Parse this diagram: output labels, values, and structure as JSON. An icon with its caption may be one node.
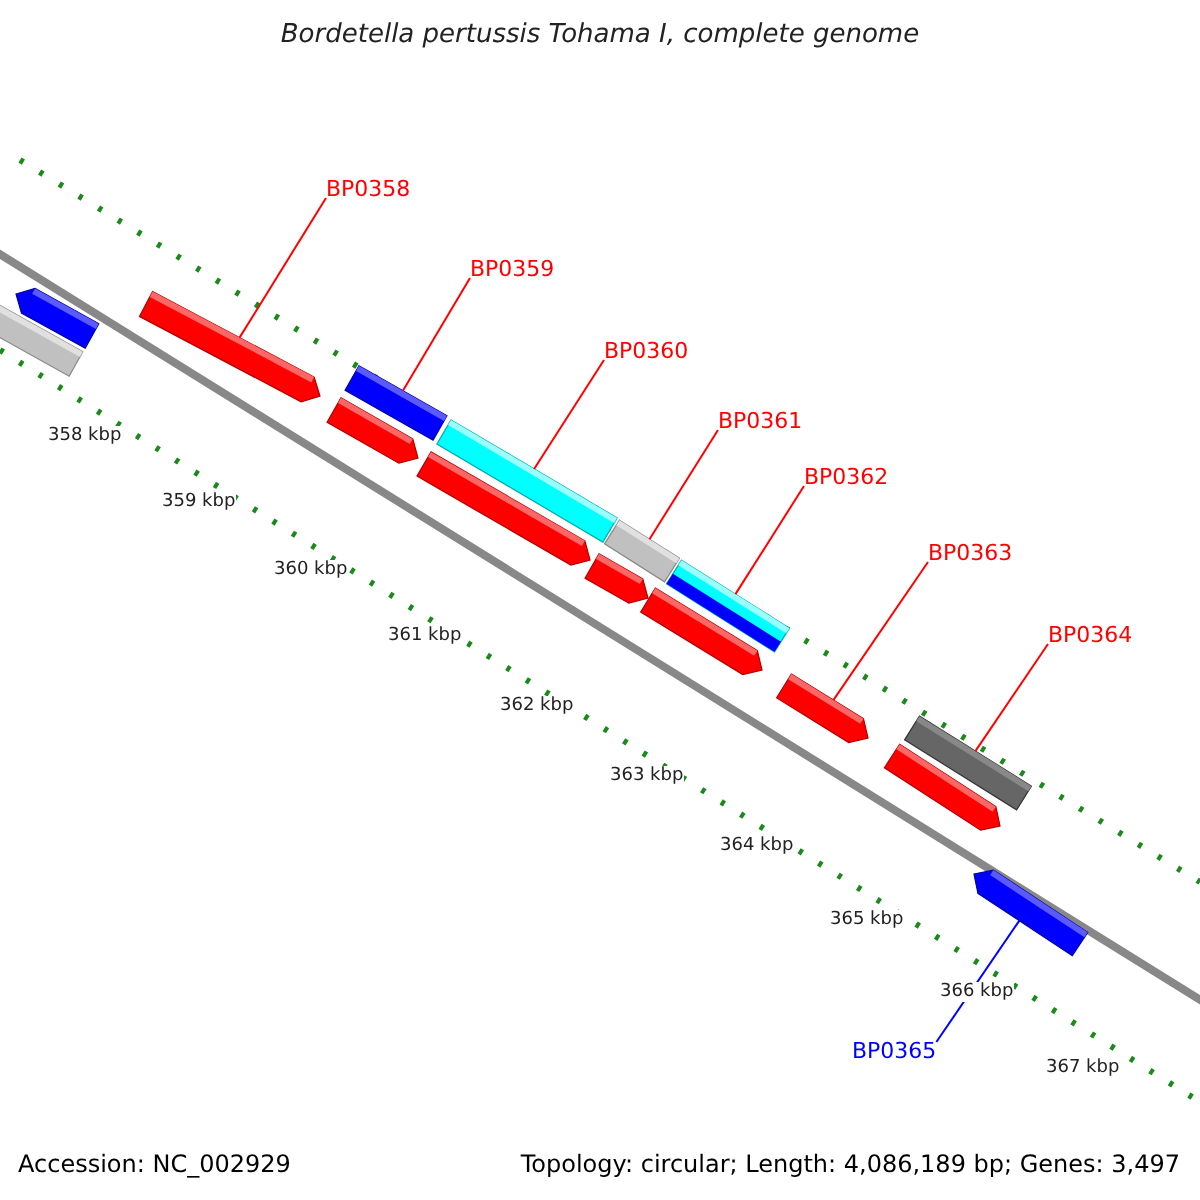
{
  "diagram": {
    "title": "Bordetella pertussis Tohama I, complete genome",
    "nodes": [
      {
        "text": [
          "BP0358"
        ]
      },
      {
        "text": [
          "BP0359"
        ]
      },
      {
        "text": [
          "BP0360"
        ]
      },
      {
        "text": [
          "BP0361"
        ]
      },
      {
        "text": [
          "BP0362"
        ]
      },
      {
        "text": [
          "BP0363"
        ]
      },
      {
        "text": [
          "BP0364"
        ]
      },
      {
        "text": [
          "BP0365"
        ]
      },
      {
        "text": [],
        "shape": "bar"
      },
      {
        "text": [],
        "shape": "bar"
      },
      {
        "text": [],
        "shape": "bar"
      },
      {
        "text": [],
        "shape": "bar"
      },
      {
        "text": [],
        "shape": "bar"
      },
      {
        "text": [],
        "shape": "bar"
      },
      {
        "text": [],
        "shape": "bar"
      },
      {
        "text": [],
        "shape": "bar"
      }
    ],
    "edges": [
      {
        "from": 0,
        "to": 8,
        "arrow": "none"
      },
      {
        "from": 1,
        "to": 9,
        "arrow": "none"
      },
      {
        "from": 2,
        "to": 10,
        "arrow": "none"
      },
      {
        "from": 3,
        "to": 11,
        "arrow": "none"
      },
      {
        "from": 4,
        "to": 12,
        "arrow": "none"
      },
      {
        "from": 5,
        "to": 13,
        "arrow": "none"
      },
      {
        "from": 6,
        "to": 14,
        "arrow": "none"
      },
      {
        "from": 7,
        "to": 15,
        "arrow": "none",
        "color": "#0000ff"
      }
    ],
    "labels": [
      "358 kbp",
      "359 kbp",
      "360 kbp",
      "361 kbp",
      "362 kbp",
      "363 kbp",
      "364 kbp",
      "365 kbp",
      "366 kbp",
      "367 kbp",
      "Accession: NC_002929",
      "Topology: circular; Length: 4,086,189 bp; Genes: 3,497"
    ]
  }
}
